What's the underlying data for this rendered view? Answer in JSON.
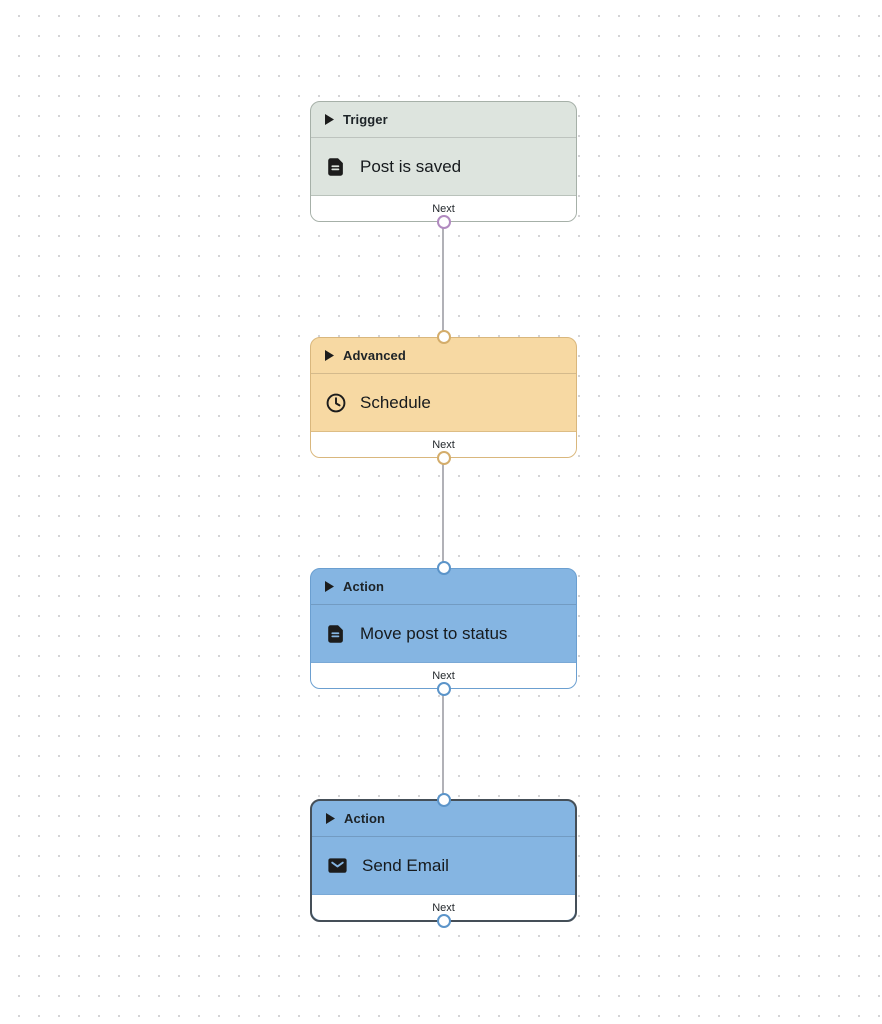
{
  "canvas": {
    "background_color": "#ffffff",
    "dot_color": "#d4d4d6",
    "edge_color": "#b1b1b7"
  },
  "nodes": [
    {
      "category": "Trigger",
      "label": "Post is saved",
      "icon": "post-icon",
      "footer_label": "Next",
      "selected": false,
      "colors": {
        "background": "#dde4de",
        "border": "#a6b0a8",
        "handle": "#b18ac0"
      }
    },
    {
      "category": "Advanced",
      "label": "Schedule",
      "icon": "clock-icon",
      "footer_label": "Next",
      "selected": false,
      "colors": {
        "background": "#f7d9a3",
        "border": "#d9b77d",
        "handle": "#d4ad6b"
      }
    },
    {
      "category": "Action",
      "label": "Move post to status",
      "icon": "post-icon",
      "footer_label": "Next",
      "selected": false,
      "colors": {
        "background": "#85b5e2",
        "border": "#6b9fd0",
        "handle": "#5b94c9"
      }
    },
    {
      "category": "Action",
      "label": "Send Email",
      "icon": "email-icon",
      "footer_label": "Next",
      "selected": true,
      "colors": {
        "background": "#85b5e2",
        "border": "#454f58",
        "handle": "#5b94c9"
      }
    }
  ]
}
